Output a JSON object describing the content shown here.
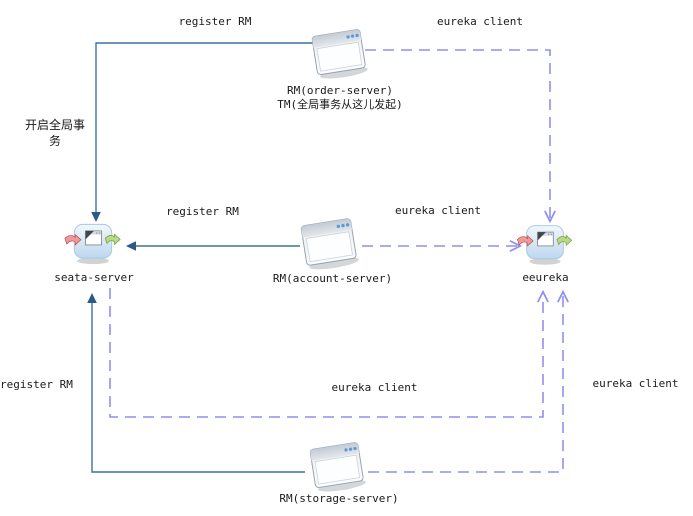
{
  "nodes": {
    "order": {
      "label": "RM(order-server)",
      "sublabel": "TM(全局事务从这儿发起)"
    },
    "seata": {
      "label": "seata-server"
    },
    "account": {
      "label": "RM(account-server)"
    },
    "eureka": {
      "label": "eeureka"
    },
    "storage": {
      "label": "RM(storage-server)"
    }
  },
  "edge_labels": {
    "register_rm_order": "register RM",
    "eureka_client_order": "eureka client",
    "start_global_tx": "开启全局事务",
    "register_rm_account": "register RM",
    "eureka_client_account": "eureka client",
    "register_rm_storage": "register RM",
    "eureka_client_seata": "eureka client",
    "eureka_client_storage": "eureka client"
  },
  "colors": {
    "solid_line": "#41719c",
    "solid_arrow": "#2a5a8a",
    "dashed_line": "#8f8fee",
    "text": "#1a1a1a"
  }
}
